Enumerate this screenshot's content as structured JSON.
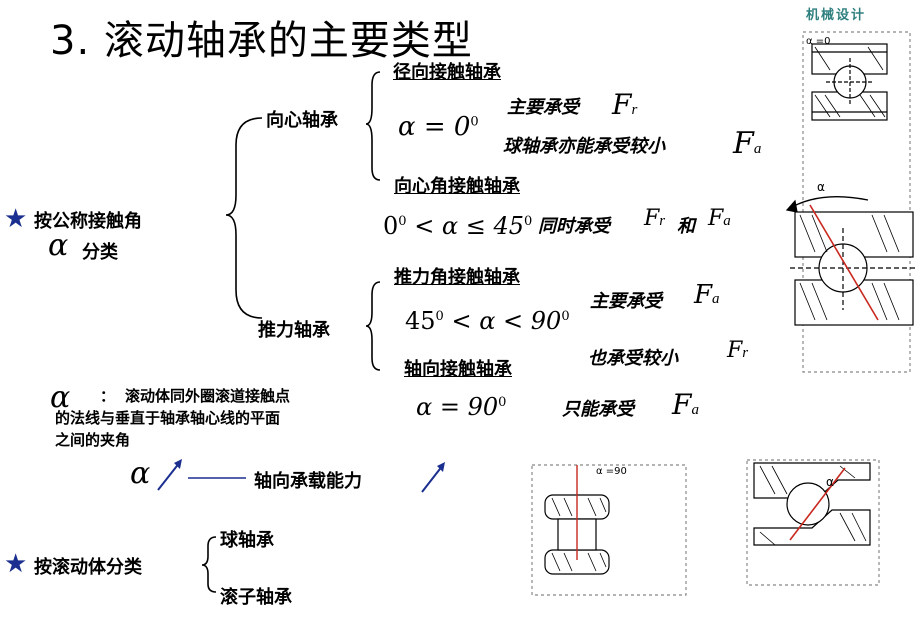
{
  "title": "3.  滚动轴承的主要类型",
  "logo": "机械设计",
  "contact_angle_group": {
    "label_line1": "按公称接触角",
    "label_line2": "分类",
    "alpha": "α",
    "radial": {
      "label": "向心轴承",
      "sub1": {
        "heading": "径向接触轴承",
        "angle": "α = 0",
        "angle_sup": "0",
        "note1": "主要承受",
        "note1_sym": "F",
        "note1_sub": "r",
        "note2": "球轴承亦能承受较小",
        "note2_sym": "F",
        "note2_sub": "a"
      },
      "sub2": {
        "heading": "向心角接触轴承",
        "angle_left": "0",
        "angle_left_sup": "0",
        "angle_mid": " < α ≤ 45",
        "angle_right_sup": "0",
        "note": "同时承受",
        "sym1": "F",
        "sub1": "r",
        "and": "和",
        "sym2": "F",
        "sub2": "a"
      }
    },
    "thrust": {
      "label": "推力轴承",
      "sub1": {
        "heading": "推力角接触轴承",
        "angle_left": "45",
        "angle_left_sup": "0",
        "angle_mid": " < α < 90",
        "angle_right_sup": "0",
        "note1": "主要承受",
        "note1_sym": "F",
        "note1_sub": "a",
        "note2": "也承受较小",
        "note2_sym": "F",
        "note2_sub": "r"
      },
      "sub2": {
        "heading": "轴向接触轴承",
        "angle": "α = 90",
        "angle_sup": "0",
        "note": "只能承受",
        "sym": "F",
        "sub": "a"
      }
    }
  },
  "definition": {
    "alpha": "α",
    "colon": "：",
    "line1": "滚动体同外圈滚道接触点",
    "line2": "的法线与垂直于轴承轴心线的平面",
    "line3": "之间的夹角"
  },
  "relation": {
    "alpha": "α",
    "text": "轴向承载能力"
  },
  "rolling_group": {
    "label": "按滚动体分类",
    "item1": "球轴承",
    "item2": "滚子轴承"
  },
  "figures": {
    "fig1_label": "α =0",
    "fig2_label": "α",
    "fig3_label": "α =90",
    "fig4_label": "α"
  },
  "colors": {
    "accent": "#1a2f8f",
    "logo": "#2f7f7f",
    "red": "#c8281e"
  }
}
